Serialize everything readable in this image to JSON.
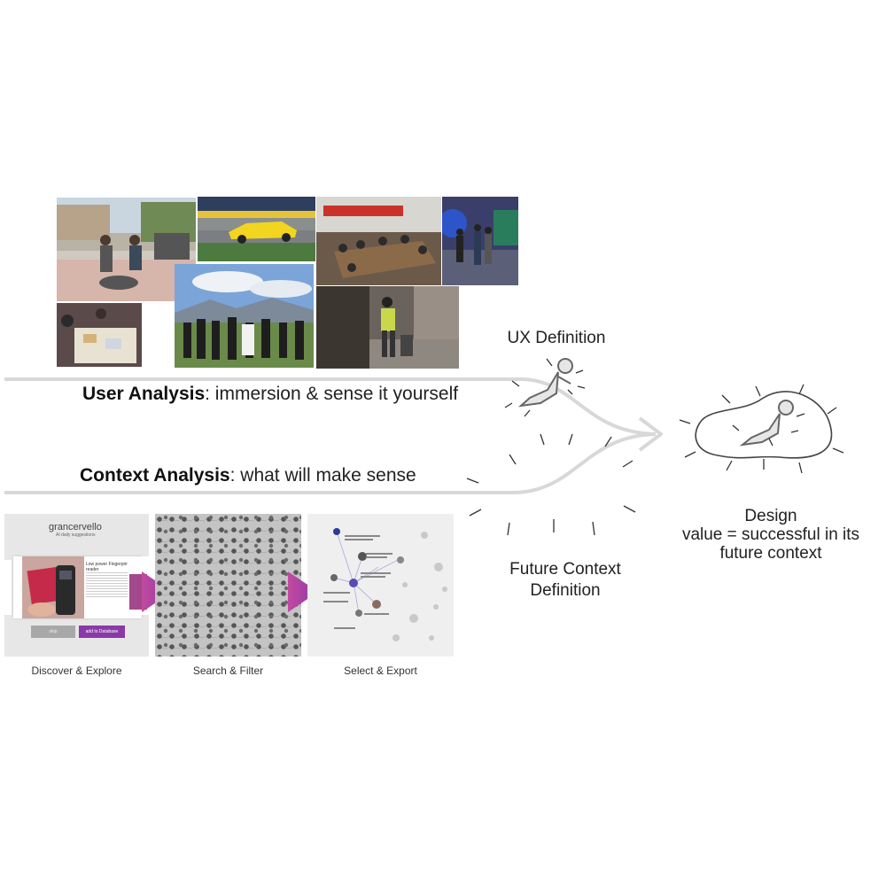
{
  "labels": {
    "user_analysis_bold": "User Analysis",
    "user_analysis_rest": ": immersion & sense it yourself",
    "context_analysis_bold": "Context Analysis",
    "context_analysis_rest": ": what will make sense",
    "ux_definition": "UX Definition",
    "future_context_line1": "Future Context",
    "future_context_line2": "Definition",
    "design_line1": "Design",
    "design_line2": "value = successful in its",
    "design_line3": "future context"
  },
  "panels": {
    "discover": {
      "caption": "Discover & Explore",
      "app_name": "grancervello",
      "app_sub": "AI daily suggestions",
      "card_title": "Low power Fingerprint reader",
      "skip_label": "skip",
      "add_label": "add to Database"
    },
    "search": {
      "caption": "Search & Filter"
    },
    "select": {
      "caption": "Select & Export"
    }
  },
  "colors": {
    "arrow_gray": "#d8d8d8",
    "play_arrow": "#b03a9a",
    "add_button": "#8a3aa8",
    "skip_button": "#a8a8a8"
  }
}
